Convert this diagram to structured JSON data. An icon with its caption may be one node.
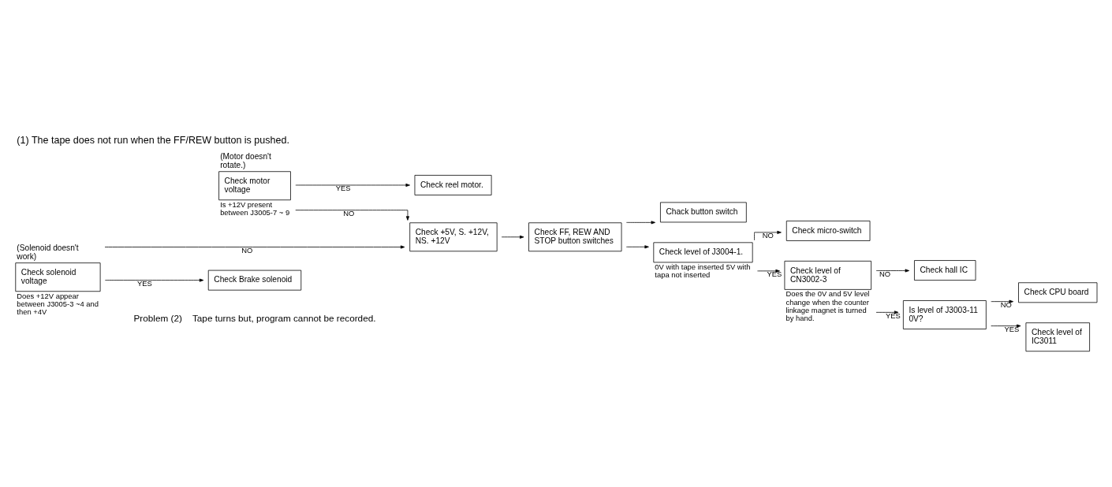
{
  "diagram": {
    "title": "(1) The tape does not run when the FF/REW button is pushed.",
    "nodes": [
      {
        "text": [
          "(Motor doesn't rotate.)",
          "Check motor voltage"
        ],
        "beside": [
          "Is +12V present between J3005-7 ~ 9"
        ]
      },
      {
        "text": [
          "Check reel motor."
        ]
      },
      {
        "text": [
          "Check +5V, S. +12V, NS. +12V"
        ]
      },
      {
        "text": [
          "(Solenoid doesn't work)",
          "Check solenoid voltage"
        ],
        "beside": [
          "Does +12V appear between J3005-3 ~4 and then +4V"
        ]
      },
      {
        "text": [
          "Check Brake solenoid"
        ]
      },
      {
        "text": [
          "Check FF, REW AND STOP button switches"
        ]
      },
      {
        "text": [
          "Chack button switch"
        ]
      },
      {
        "text": [
          "Check level of J3004-1."
        ],
        "beside": [
          "0V with tape inserted 5V with tapa not inserted"
        ]
      },
      {
        "text": [
          "Check micro-switch"
        ]
      },
      {
        "text": [
          "Check level of CN3002-3"
        ],
        "beside": [
          "Does the 0V and 5V level change when the counter linkage magnet is turned by hand."
        ]
      },
      {
        "text": [
          "Check hall IC"
        ]
      },
      {
        "text": [
          "Is level of J3003-11 0V?"
        ]
      },
      {
        "text": [
          "Check CPU board"
        ]
      },
      {
        "text": [
          "Check level of IC3011"
        ]
      }
    ],
    "edges": [
      {
        "from": 0,
        "to": 1,
        "arrow": "to",
        "label": "YES"
      },
      {
        "from": 0,
        "to": 2,
        "arrow": "to",
        "label": "NO"
      },
      {
        "from": 3,
        "to": 2,
        "arrow": "to",
        "label": "NO"
      },
      {
        "from": 3,
        "to": 4,
        "arrow": "to",
        "label": "YES"
      },
      {
        "from": 2,
        "to": 5,
        "arrow": "to"
      },
      {
        "from": 5,
        "to": 6,
        "arrow": "to"
      },
      {
        "from": 5,
        "to": 7,
        "arrow": "to"
      },
      {
        "from": 7,
        "to": 8,
        "arrow": "to",
        "label": "NO"
      },
      {
        "from": 7,
        "to": 9,
        "arrow": "to",
        "label": "YES"
      },
      {
        "from": 9,
        "to": 10,
        "arrow": "to",
        "label": "NO"
      },
      {
        "from": 9,
        "to": 11,
        "arrow": "to",
        "label": "YES"
      },
      {
        "from": 11,
        "to": 12,
        "arrow": "to",
        "label": "NO"
      },
      {
        "from": 11,
        "to": 13,
        "arrow": "to",
        "label": "YES"
      }
    ],
    "labels": [
      "Problem (2)    Tape turns but, program cannot be recorded."
    ]
  }
}
